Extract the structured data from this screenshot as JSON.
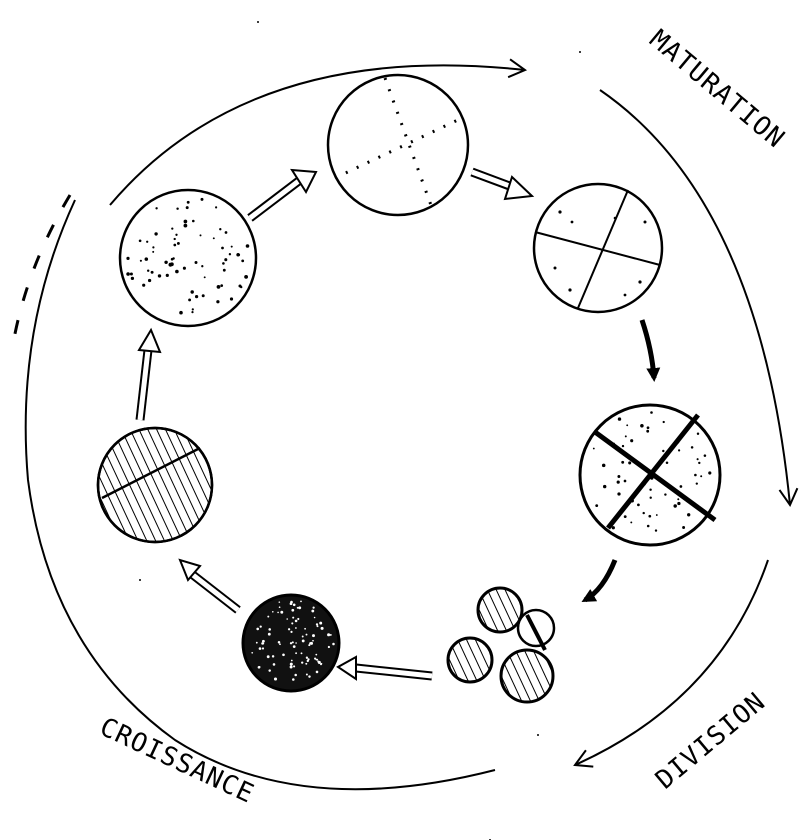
{
  "diagram": {
    "phase_labels": {
      "maturation": "MATURATION",
      "division": "DIVISION",
      "croissance": "CROISSANCE"
    },
    "ink_color": "#000000",
    "background_color": "#ffffff",
    "stages": [
      {
        "id": "cell-stage-1",
        "pattern": "sparse-dotted"
      },
      {
        "id": "cell-stage-2",
        "pattern": "dotted-cross"
      },
      {
        "id": "cell-stage-3",
        "pattern": "thin-lined-cross"
      },
      {
        "id": "cell-stage-4",
        "pattern": "thick-lined-cross-stippled"
      },
      {
        "id": "cell-stage-5",
        "pattern": "four-small-cells-hatched"
      },
      {
        "id": "cell-stage-6",
        "pattern": "dark-solid"
      },
      {
        "id": "cell-stage-7",
        "pattern": "hatched"
      }
    ]
  }
}
